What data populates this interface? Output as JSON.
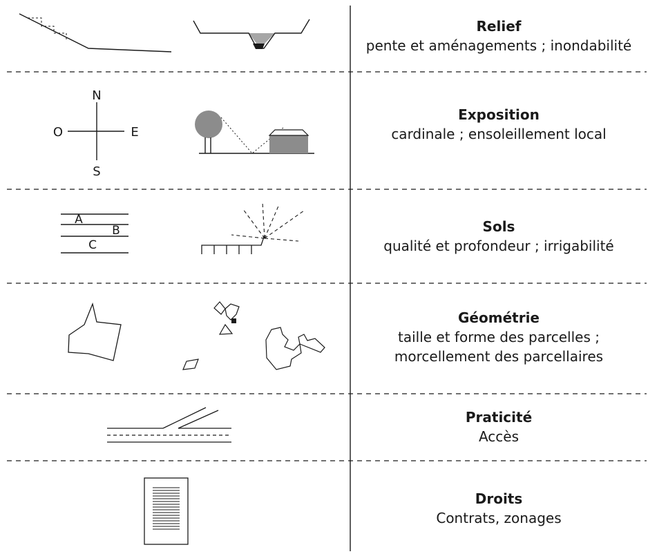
{
  "rows": [
    {
      "title": "Relief",
      "lines": [
        "pente et aménagements ; inondabilité"
      ]
    },
    {
      "title": "Exposition",
      "lines": [
        "cardinale ; ensoleillement local"
      ]
    },
    {
      "title": "Sols",
      "lines": [
        "qualité et profondeur ; irrigabilité"
      ]
    },
    {
      "title": "Géométrie",
      "lines": [
        "taille et forme des parcelles ;",
        "morcellement des parcellaires"
      ]
    },
    {
      "title": "Praticité",
      "lines": [
        "Accès"
      ]
    },
    {
      "title": "Droits",
      "lines": [
        "Contrats, zonages"
      ]
    }
  ],
  "compass": {
    "north": "N",
    "south": "S",
    "east": "E",
    "west": "O"
  },
  "soil_layers": [
    "A",
    "B",
    "C"
  ],
  "colors": {
    "line": "#1a1a1a",
    "fill_gray": "#8c8c8c",
    "water": "#a6a6a6"
  }
}
